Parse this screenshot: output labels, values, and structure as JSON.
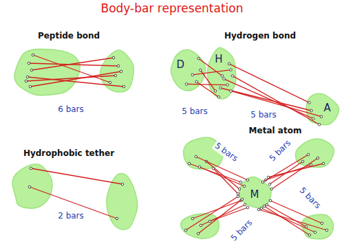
{
  "diagram": {
    "title": "Body-bar representation",
    "nodes": [
      {
        "text": [
          "D"
        ]
      },
      {
        "text": [
          "H"
        ]
      },
      {
        "text": [
          "A"
        ]
      },
      {
        "text": [
          "M"
        ]
      }
    ],
    "edges": [
      {
        "from": 0,
        "to": 1,
        "arrow": "none"
      },
      {
        "from": 0,
        "to": 1,
        "arrow": "none"
      },
      {
        "from": 0,
        "to": 1,
        "arrow": "none"
      },
      {
        "from": 0,
        "to": 1,
        "arrow": "none"
      },
      {
        "from": 0,
        "to": 1,
        "arrow": "none"
      },
      {
        "from": 1,
        "to": 2,
        "arrow": "none"
      },
      {
        "from": 1,
        "to": 2,
        "arrow": "none"
      },
      {
        "from": 1,
        "to": 2,
        "arrow": "none"
      },
      {
        "from": 1,
        "to": 2,
        "arrow": "none"
      },
      {
        "from": 1,
        "to": 2,
        "arrow": "none"
      }
    ],
    "labels": [
      "Peptide bond",
      "6 bars",
      "Hydrogen bond",
      "5 bars",
      "5 bars",
      "Hydrophobic tether",
      "2 bars",
      "Metal atom",
      "5 bars",
      "5 bars",
      "5 bars",
      "5 bars"
    ]
  }
}
